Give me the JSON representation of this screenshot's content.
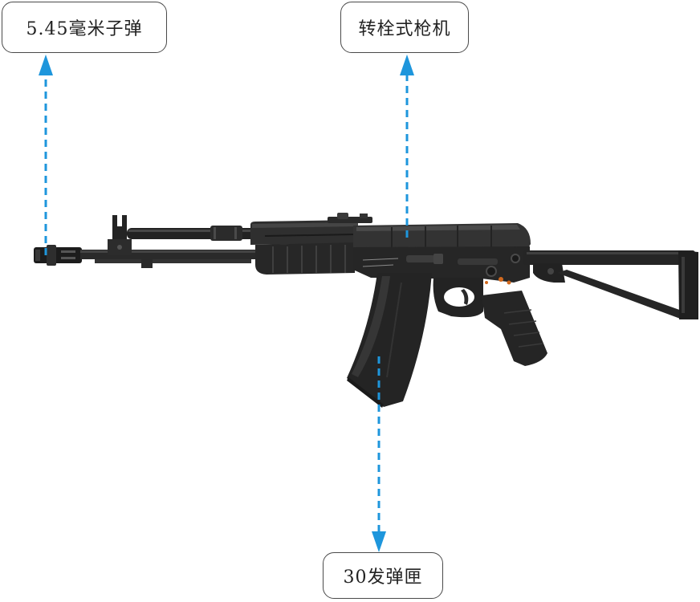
{
  "callouts": {
    "ammo": "5.45毫米子弹",
    "bolt": "转栓式枪机",
    "magazine": "30发弹匣"
  },
  "colors": {
    "arrow": "#1e96dc",
    "callout_border": "#4a4a4a",
    "rifle_body": "#262626",
    "rifle_highlight": "#3a3a3a",
    "selector_marks": "#d2691e"
  }
}
